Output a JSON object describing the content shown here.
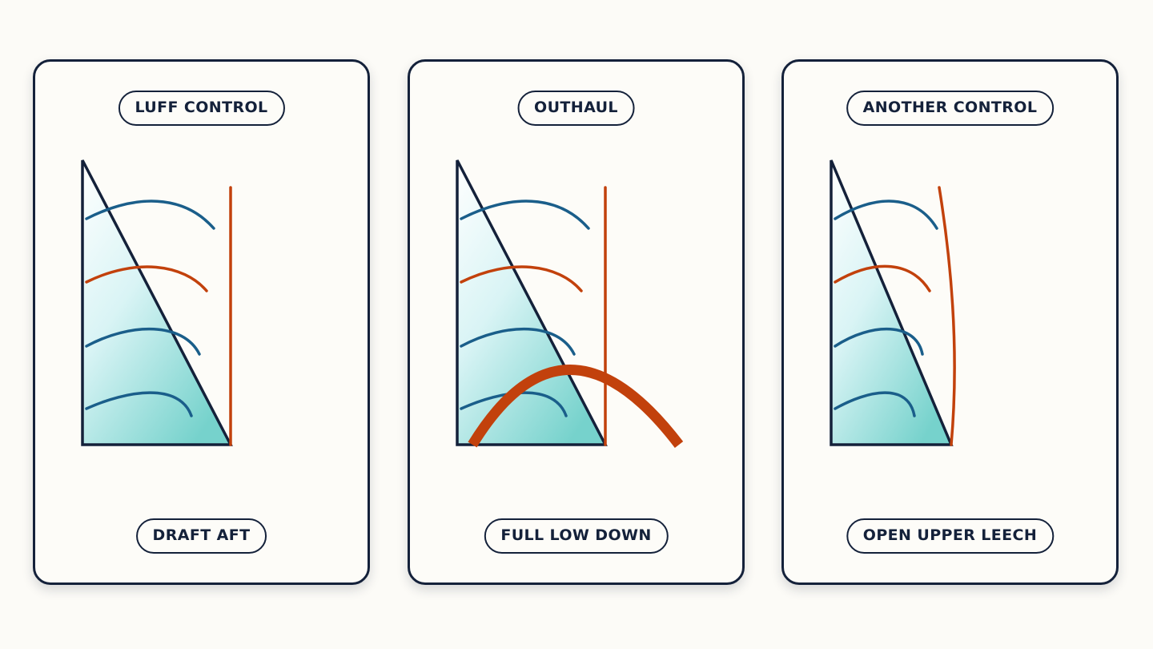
{
  "colors": {
    "background": "#fcfbf7",
    "ink": "#14213a",
    "draft_line_blue": "#1a5e8a",
    "highlight_orange": "#c2410c",
    "sail_fill_light": "#e8f9fb",
    "sail_fill_dark": "#7ad4cf"
  },
  "panels": [
    {
      "control_label": "LUFF CONTROL",
      "effect_label": "DRAFT AFT",
      "highlight": "second draft stripe",
      "leech": "straight"
    },
    {
      "control_label": "OUTHAUL",
      "effect_label": "FULL LOW DOWN",
      "highlight": "deep curve across foot",
      "leech": "straight"
    },
    {
      "control_label": "ANOTHER CONTROL",
      "effect_label": "OPEN UPPER LEECH",
      "highlight": "second draft stripe",
      "leech": "curved"
    }
  ]
}
